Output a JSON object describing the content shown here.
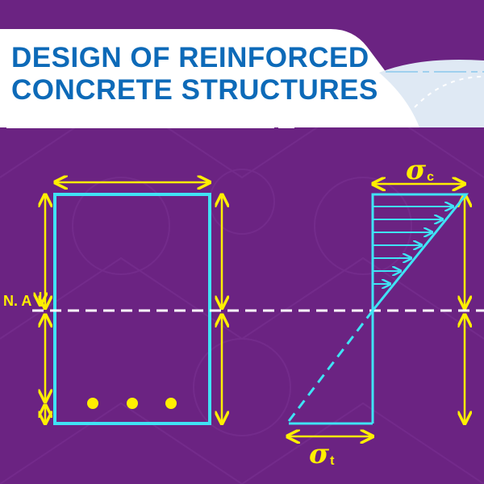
{
  "banner": {
    "title_line1": "DESIGN OF REINFORCED",
    "title_line2": "CONCRETE STRUCTURES"
  },
  "diagram": {
    "neutral_axis_label": "N. A",
    "stress_compression_symbol": "σ",
    "stress_compression_subscript": "c",
    "stress_tension_symbol": "σ",
    "stress_tension_subscript": "t",
    "reinforcement_bar_count": 3
  },
  "colors": {
    "background": "#6b2382",
    "banner": "#ffffff",
    "title": "#0d6ab8",
    "section_outline": "#3fe3f5",
    "dimension_arrows": "#ffef00",
    "neutral_axis": "#ffffff",
    "rebar": "#ffef00"
  }
}
